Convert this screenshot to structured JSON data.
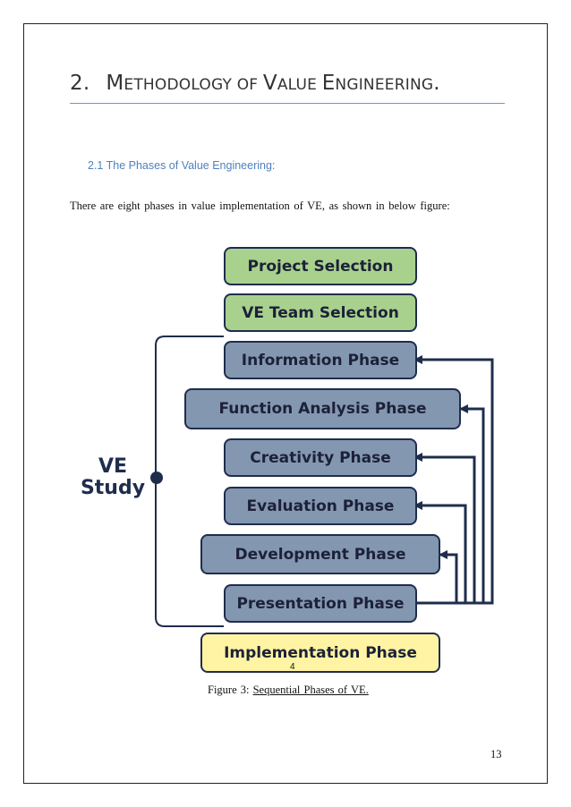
{
  "heading": {
    "number": "2.",
    "parts": [
      {
        "cap": "M",
        "rest": "ETHODOLOGY"
      },
      {
        "cap": "",
        "rest": " OF "
      },
      {
        "cap": "V",
        "rest": "ALUE "
      },
      {
        "cap": "E",
        "rest": "NGINEERING"
      },
      {
        "cap": ".",
        "rest": ""
      }
    ]
  },
  "subheading": "2.1 The Phases of Value Engineering:",
  "paragraph": "There are eight phases in value implementation of VE, as shown in below figure:",
  "diagram": {
    "group_label_line1": "VE",
    "group_label_line2": "Study",
    "phases": [
      "Project Selection",
      "VE Team Selection",
      "Information Phase",
      "Function Analysis Phase",
      "Creativity Phase",
      "Evaluation Phase",
      "Development Phase",
      "Presentation Phase",
      "Implementation Phase"
    ],
    "colors": {
      "green": "#a9d18e",
      "blue": "#8497b0",
      "yellow": "#fff4a3",
      "stroke": "#1f2d4d"
    },
    "figure_number": "4"
  },
  "caption": {
    "prefix": "Figure 3: ",
    "underlined": "Sequential Phases of VE."
  },
  "page_number": "13"
}
